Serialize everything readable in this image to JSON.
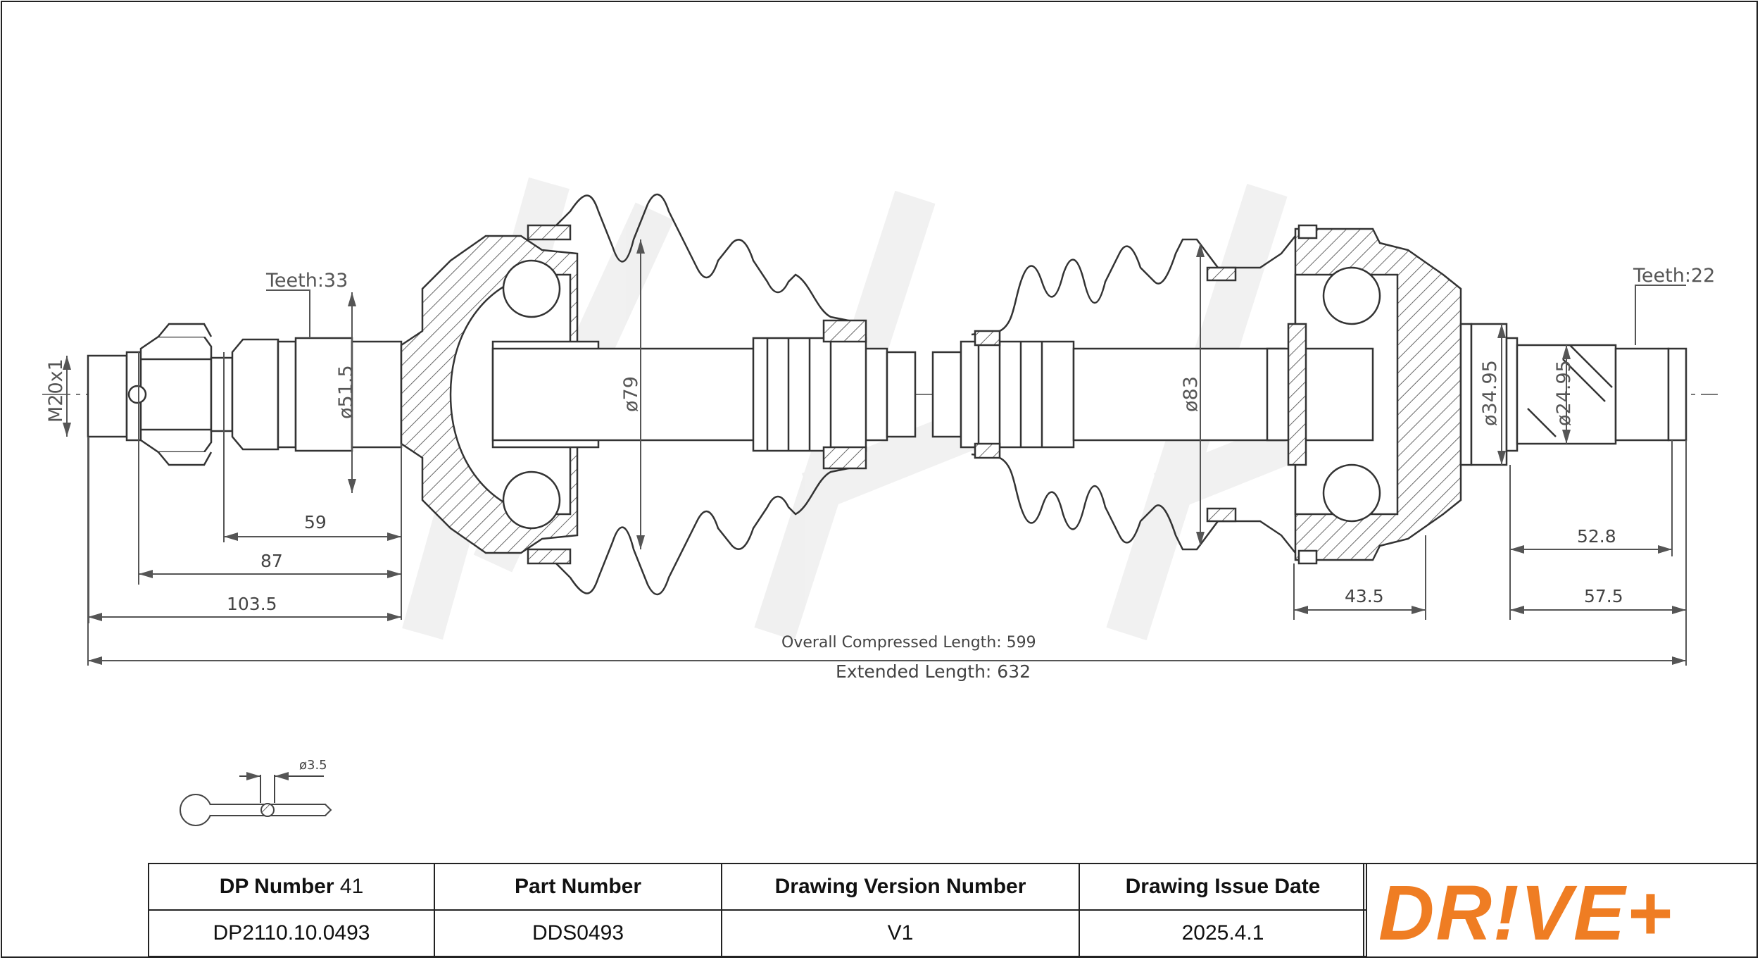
{
  "labels": {
    "teeth_left": "Teeth:33",
    "teeth_right": "Teeth:22",
    "thread": "M20x1",
    "dia_51_5": "ø51.5",
    "dia_79": "ø79",
    "dia_83": "ø83",
    "dia_34_95": "ø34.95",
    "dia_24_95": "ø24.95",
    "dia_3_5": "ø3.5"
  },
  "dimensions": {
    "d59": "59",
    "d87": "87",
    "d103_5": "103.5",
    "d43_5": "43.5",
    "d52_8": "52.8",
    "d57_5": "57.5",
    "overall_compressed": "Overall Compressed Length: 599",
    "extended": "Extended Length: 632"
  },
  "title_block": {
    "dp_number_label": "DP Number",
    "dp_number_suffix": "41",
    "part_number_label": "Part Number",
    "version_label": "Drawing Version Number",
    "issue_date_label": "Drawing Issue Date",
    "dp_number_value": "DP2110.10.0493",
    "part_number_value": "DDS0493",
    "version_value": "V1",
    "issue_date_value": "2025.4.1"
  },
  "logo": {
    "text": "DR!VE+",
    "color": "#ef7d23"
  },
  "watermark": {
    "text": "DR!VE+"
  }
}
